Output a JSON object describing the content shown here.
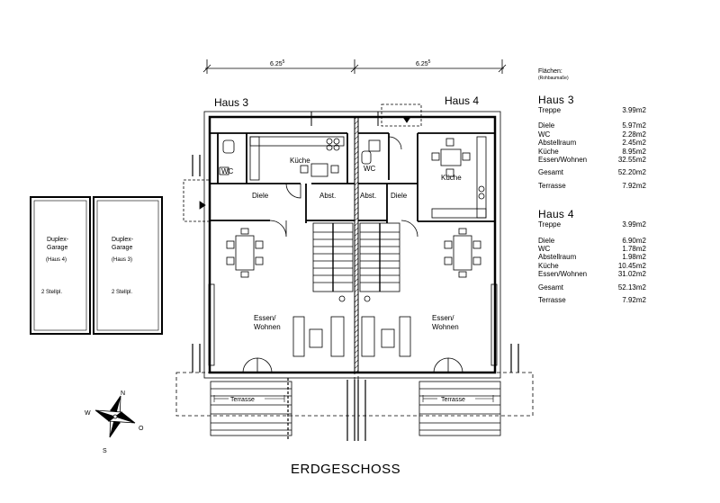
{
  "dimensions": {
    "left": "6.25",
    "left_sup": "5",
    "right": "6.25",
    "right_sup": "5"
  },
  "labels": {
    "haus3": "Haus 3",
    "haus4": "Haus 4",
    "title": "ERDGESCHOSS",
    "kueche": "Küche",
    "diele": "Diele",
    "abst": "Abst.",
    "wc": "WC",
    "essen": "Essen/",
    "wohnen": "Wohnen",
    "terrasse": "Terrasse"
  },
  "garages": [
    {
      "line1": "Duplex-",
      "line2": "Garage",
      "line3": "(Haus 4)",
      "spaces": "2 Stellpl."
    },
    {
      "line1": "Duplex-",
      "line2": "Garage",
      "line3": "(Haus 3)",
      "spaces": "2 Stellpl."
    }
  ],
  "compass": {
    "n": "N",
    "o": "O",
    "s": "S",
    "w": "W"
  },
  "areas": {
    "header": "Flächen:",
    "subheader": "(Rohbaumaße)",
    "haus3": {
      "title": "Haus 3",
      "treppe": {
        "label": "Treppe",
        "value": "3.99m2"
      },
      "rooms": [
        {
          "label": "Diele",
          "value": "5.97m2"
        },
        {
          "label": "WC",
          "value": "2.28m2"
        },
        {
          "label": "Abstellraum",
          "value": "2.45m2"
        },
        {
          "label": "Küche",
          "value": "8.95m2"
        },
        {
          "label": "Essen/Wohnen",
          "value": "32.55m2"
        }
      ],
      "gesamt": {
        "label": "Gesamt",
        "value": "52.20m2"
      },
      "terrasse": {
        "label": "Terrasse",
        "value": "7.92m2"
      }
    },
    "haus4": {
      "title": "Haus 4",
      "treppe": {
        "label": "Treppe",
        "value": "3.99m2"
      },
      "rooms": [
        {
          "label": "Diele",
          "value": "6.90m2"
        },
        {
          "label": "WC",
          "value": "1.78m2"
        },
        {
          "label": "Abstellraum",
          "value": "1.98m2"
        },
        {
          "label": "Küche",
          "value": "10.45m2"
        },
        {
          "label": "Essen/Wohnen",
          "value": "31.02m2"
        }
      ],
      "gesamt": {
        "label": "Gesamt",
        "value": "52.13m2"
      },
      "terrasse": {
        "label": "Terrasse",
        "value": "7.92m2"
      }
    }
  }
}
